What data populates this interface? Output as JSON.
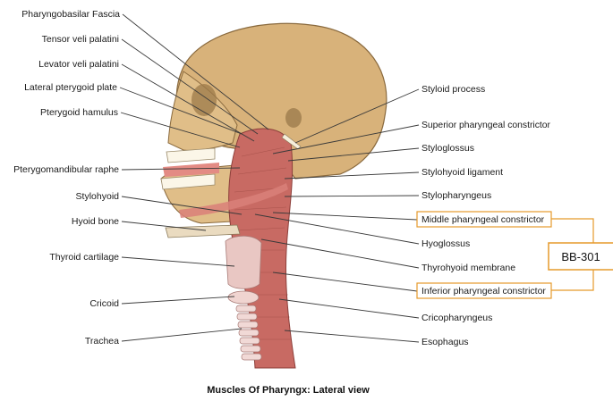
{
  "caption": "Muscles Of Pharyngx: Lateral view",
  "left_labels": [
    "Pharyngobasilar Fascia",
    "Tensor veli palatini",
    "Levator veli palatini",
    "Lateral pterygoid plate",
    "Pterygoid hamulus",
    "Pterygomandibular raphe",
    "Stylohyoid",
    "Hyoid bone",
    "Thyroid cartilage",
    "Cricoid",
    "Trachea"
  ],
  "right_labels": [
    "Styloid process",
    "Superior pharyngeal constrictor",
    "Styloglossus",
    "Stylohyoid ligament",
    "Stylopharyngeus",
    "Middle pharyngeal constrictor",
    "Hyoglossus",
    "Thyrohyoid membrane",
    "Inferior pharyngeal constrictor",
    "Cricopharyngeus",
    "Esophagus"
  ],
  "callout": "BB-301",
  "highlight_color": "#e59a2b"
}
